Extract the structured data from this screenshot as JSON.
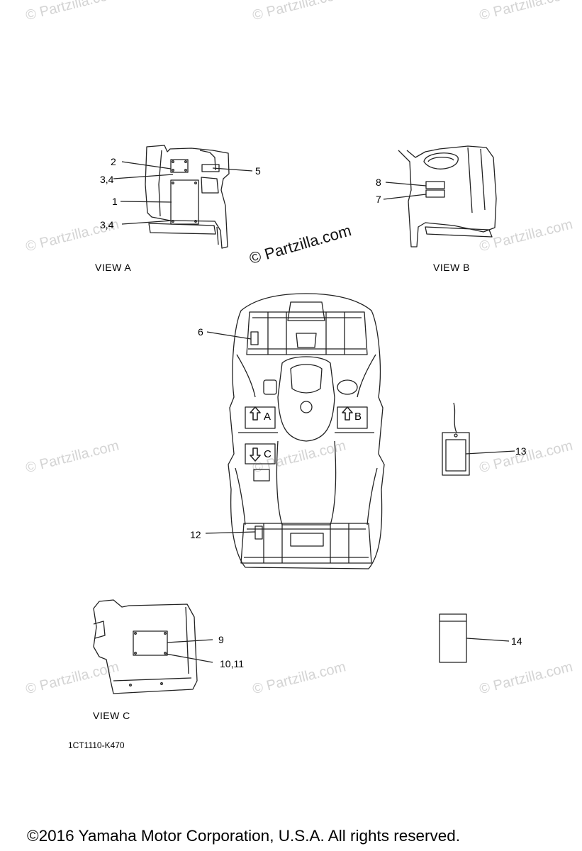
{
  "watermark": "© Partzilla.com",
  "watermark_center": "© Partzilla.com",
  "views": {
    "a": "VIEW A",
    "b": "VIEW B",
    "c": "VIEW C"
  },
  "callouts": {
    "c1": "1",
    "c2": "2",
    "c34a": "3,4",
    "c34b": "3,4",
    "c5": "5",
    "c6": "6",
    "c7": "7",
    "c8": "8",
    "c9": "9",
    "c1011": "10,11",
    "c12": "12",
    "c13": "13",
    "c14": "14"
  },
  "arrows": {
    "a": "A",
    "b": "B",
    "c": "C"
  },
  "diagram_code": "1CT1110-K470",
  "copyright": "©2016  Yamaha Motor Corporation, U.S.A. All rights reserved.",
  "colors": {
    "line": "#222222",
    "watermark": "#d4d4d4"
  }
}
